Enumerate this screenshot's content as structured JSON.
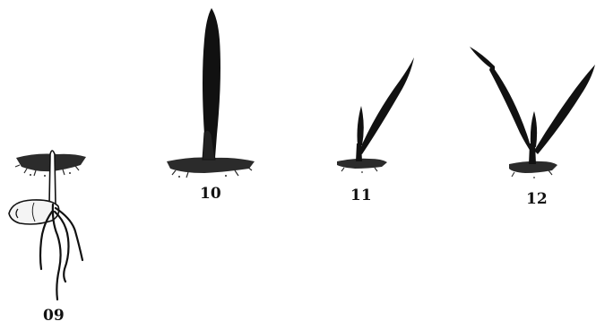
{
  "stages": [
    {
      "code": "09"
    },
    {
      "code": "10"
    },
    {
      "code": "11"
    },
    {
      "code": "12"
    }
  ],
  "colors": {
    "ink": "#111111",
    "soil": "#2b2b2b",
    "seed_fill": "#f4f4f4",
    "background": "#ffffff"
  }
}
